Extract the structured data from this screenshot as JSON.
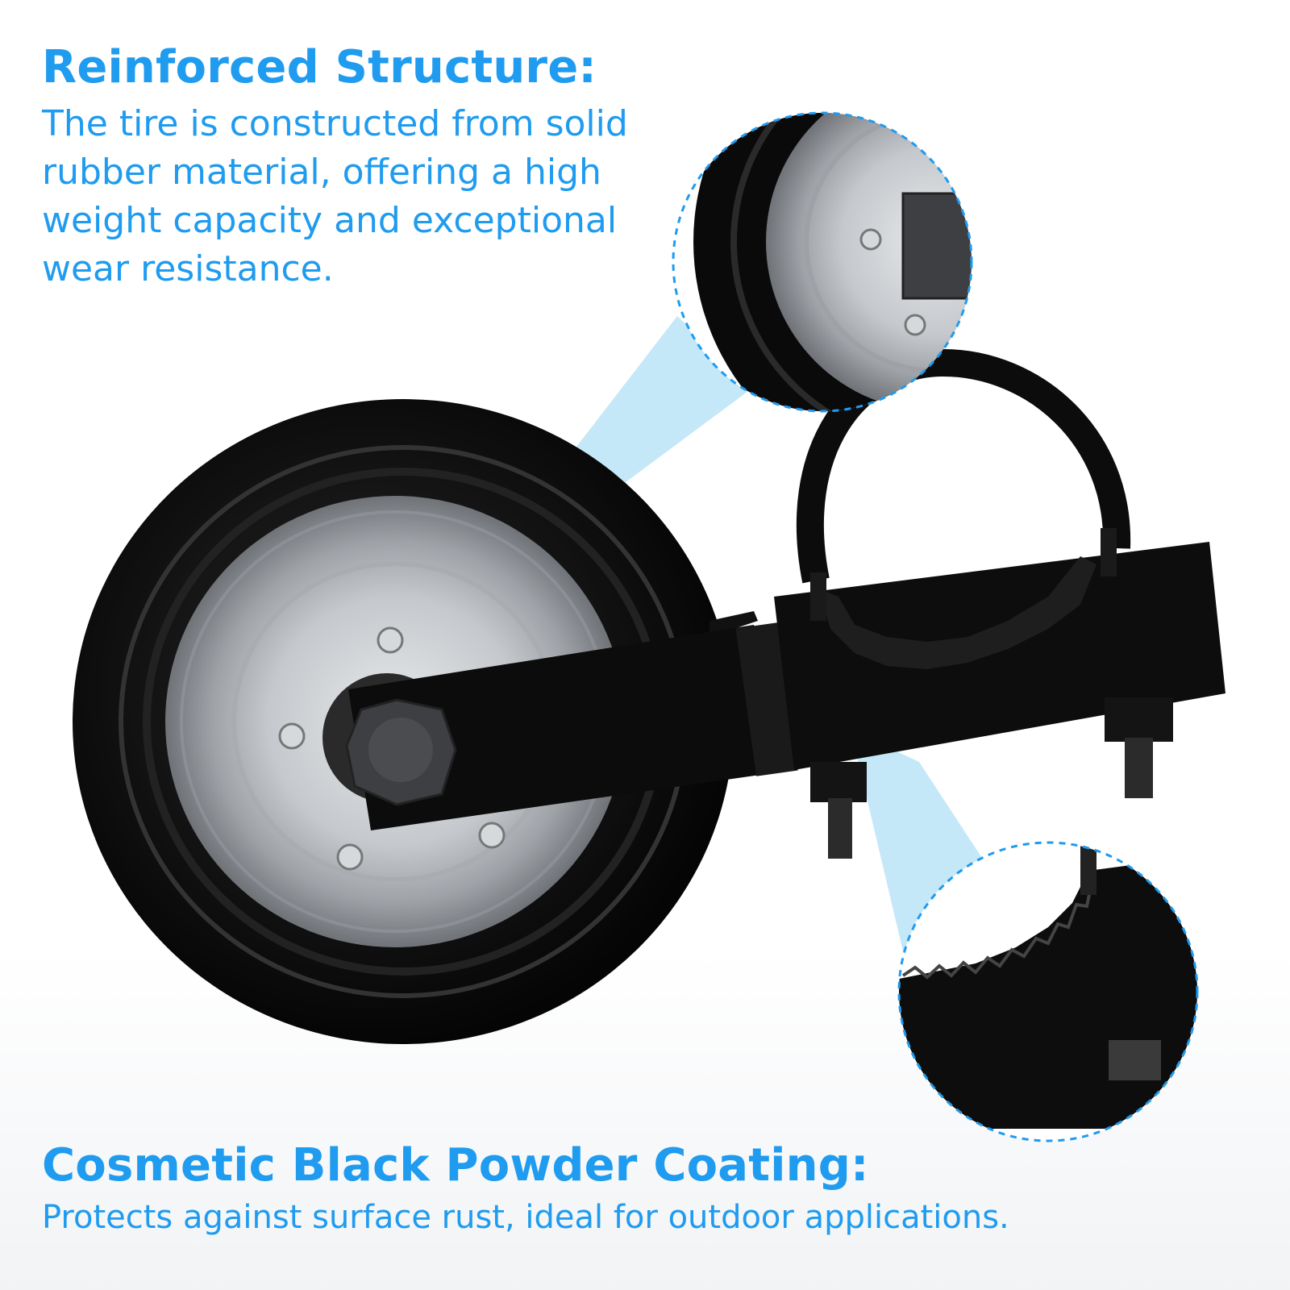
{
  "top_section": {
    "heading": "Reinforced Structure:",
    "body": "The tire is constructed from solid rubber material, offering a high weight capacity and exceptional wear resistance."
  },
  "bottom_section": {
    "heading": "Cosmetic Black Powder Coating:",
    "body": "Protects against surface rust, ideal for outdoor applications."
  },
  "colors": {
    "accent": "#1f9bef",
    "callout_beam": "#bfe6f7",
    "product_black": "#0c0c0c",
    "rim_silver": "#c9ccd0",
    "background": "#ffffff"
  },
  "icons": [
    "wheel-illustration",
    "u-bolt-clamp-illustration",
    "zoom-callout-tire",
    "zoom-callout-clamp-teeth"
  ]
}
